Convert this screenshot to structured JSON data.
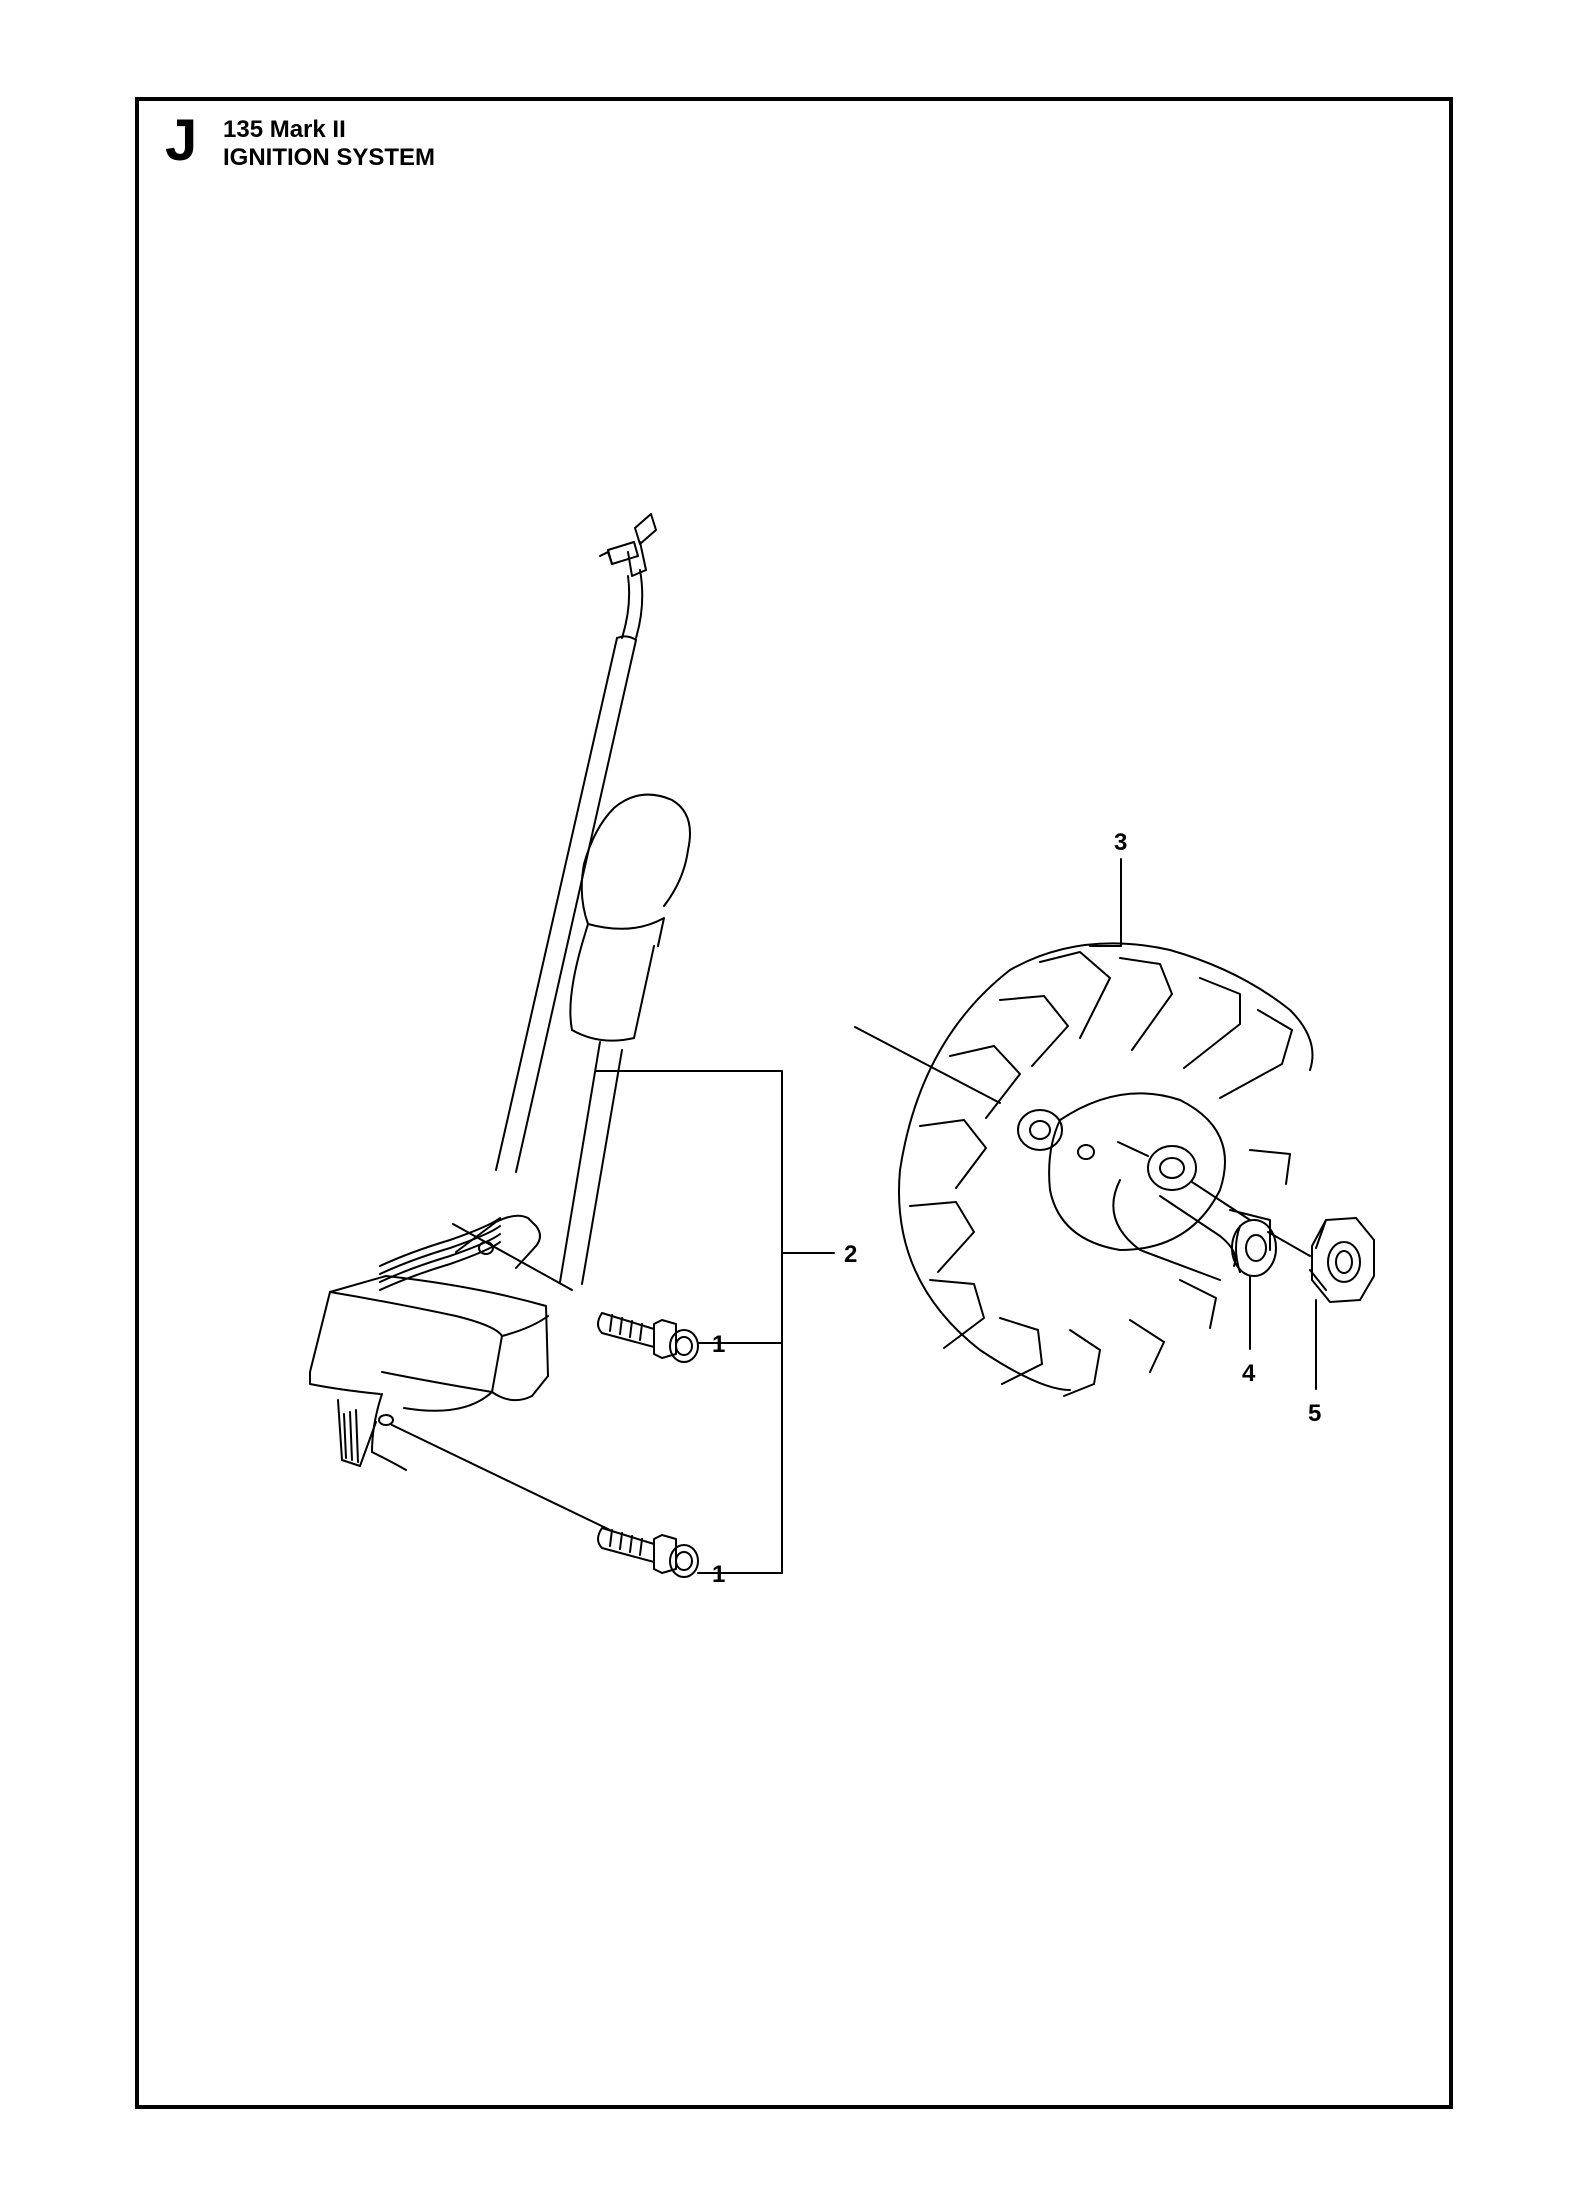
{
  "header": {
    "section_letter": "J",
    "model": "135 Mark II",
    "title": "IGNITION SYSTEM"
  },
  "callouts": [
    {
      "id": "screw-upper",
      "label": "1"
    },
    {
      "id": "screw-lower",
      "label": "1"
    },
    {
      "id": "ignition-module",
      "label": "2"
    },
    {
      "id": "flywheel",
      "label": "3"
    },
    {
      "id": "washer",
      "label": "4"
    },
    {
      "id": "nut",
      "label": "5"
    }
  ]
}
